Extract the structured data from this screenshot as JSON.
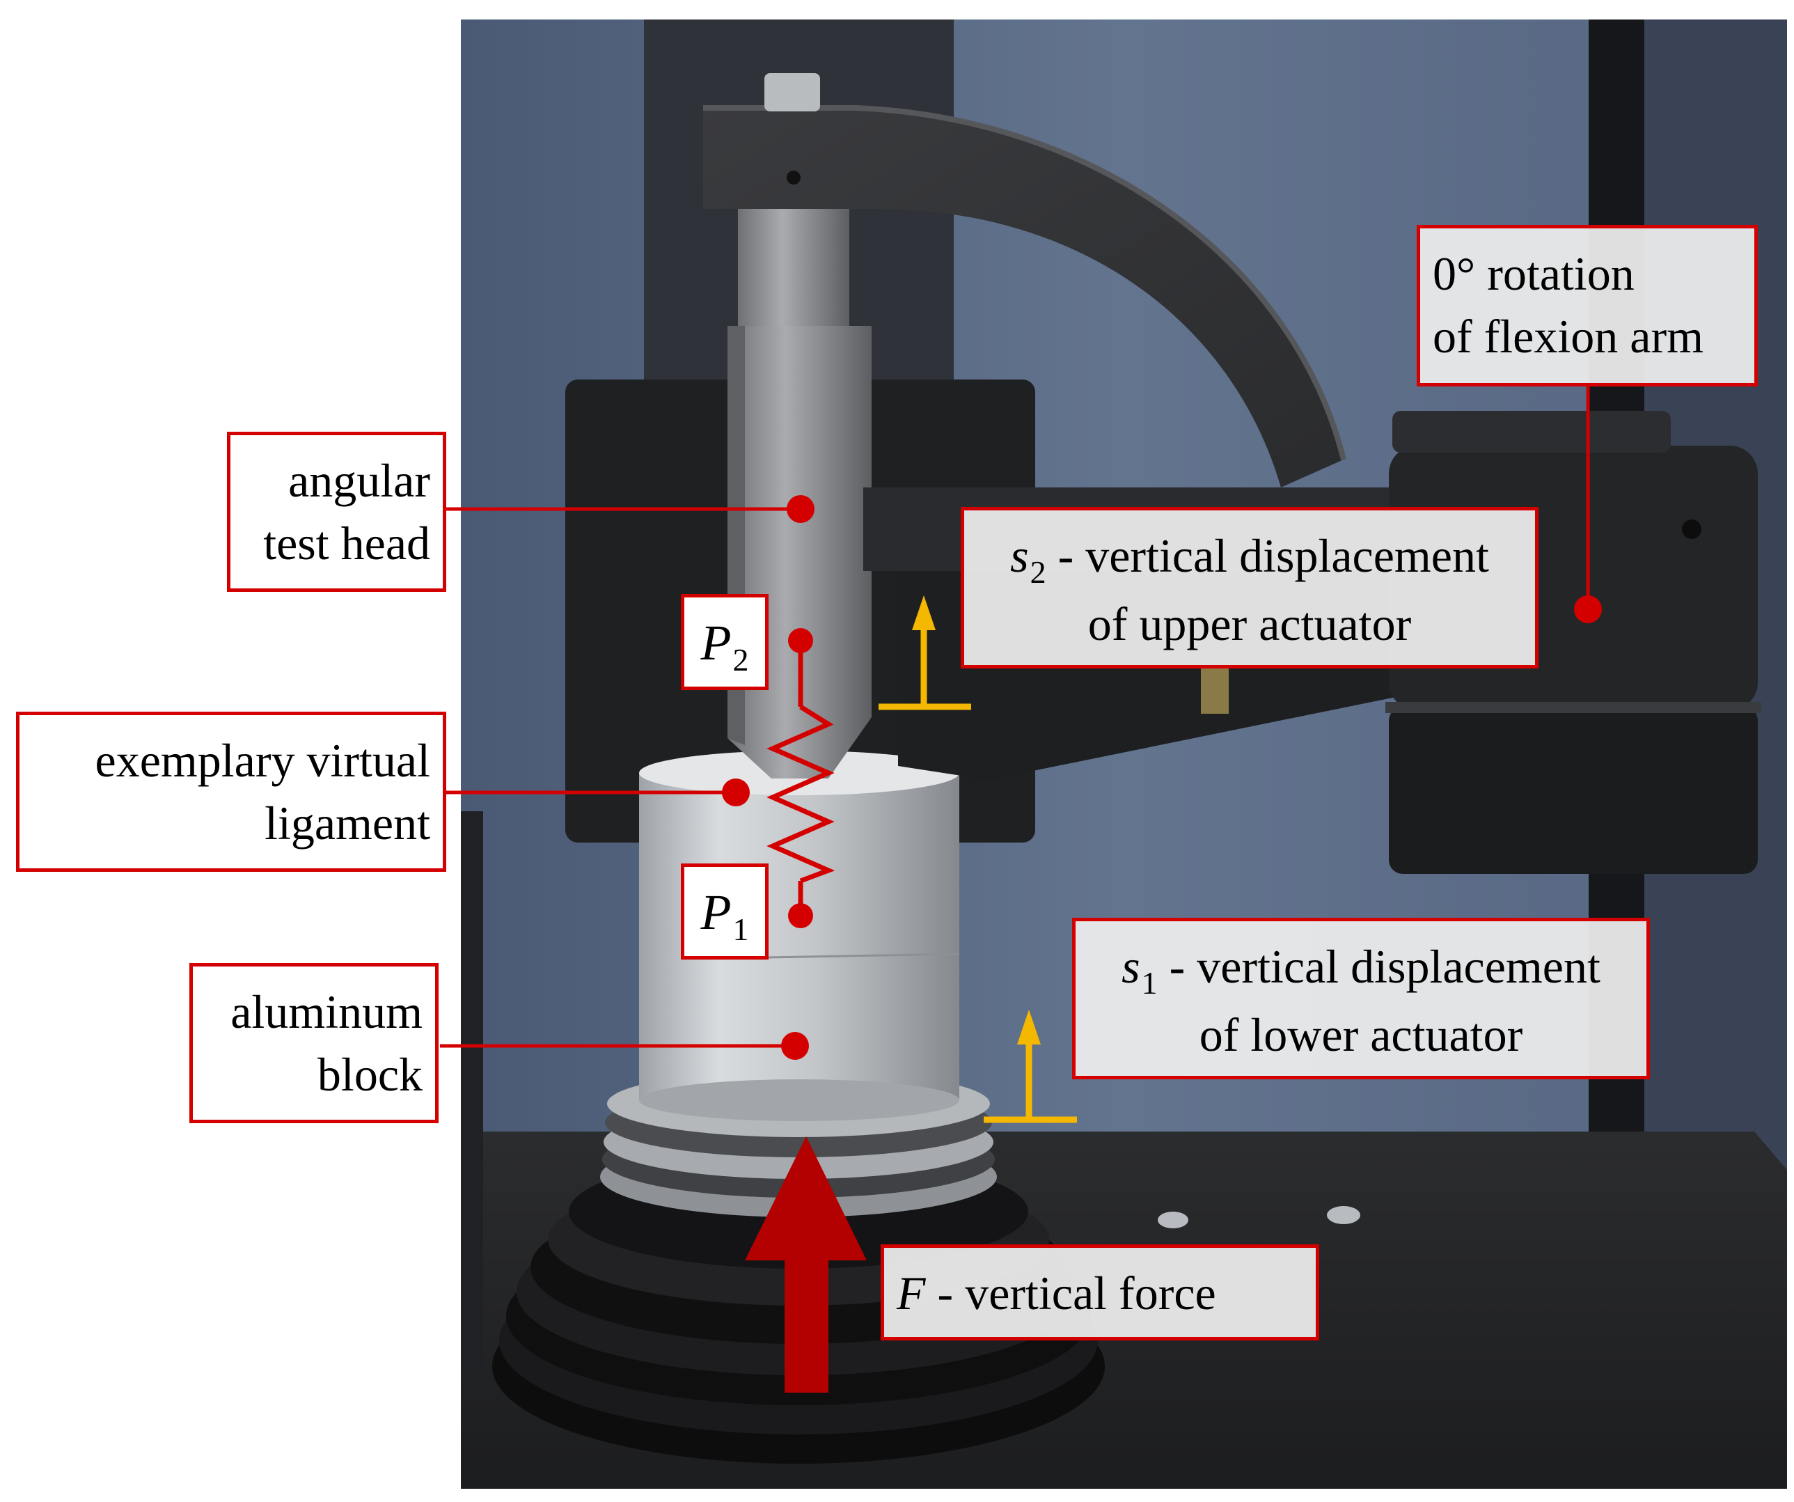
{
  "labels": {
    "angular_test_head": [
      "angular",
      "test head"
    ],
    "exemplary_virtual_ligament": [
      "exemplary virtual",
      "ligament"
    ],
    "aluminum_block": [
      "aluminum",
      "block"
    ],
    "flexion_arm": [
      "0° rotation",
      "of flexion arm"
    ],
    "s2": {
      "symbol": "s",
      "sub": "2",
      "line1": " - vertical displacement",
      "line2": "of upper actuator"
    },
    "s1": {
      "symbol": "s",
      "sub": "1",
      "line1": " - vertical displacement",
      "line2": "of lower actuator"
    },
    "force": {
      "symbol": "F",
      "text": " - vertical force"
    },
    "p2": {
      "symbol": "P",
      "sub": "2"
    },
    "p1": {
      "symbol": "P",
      "sub": "1"
    }
  },
  "colors": {
    "callout_red": "#d40000",
    "arrow_yellow": "#f5b800",
    "force_arrow": "#b30000",
    "backdrop_blue": "#5a6b86"
  }
}
